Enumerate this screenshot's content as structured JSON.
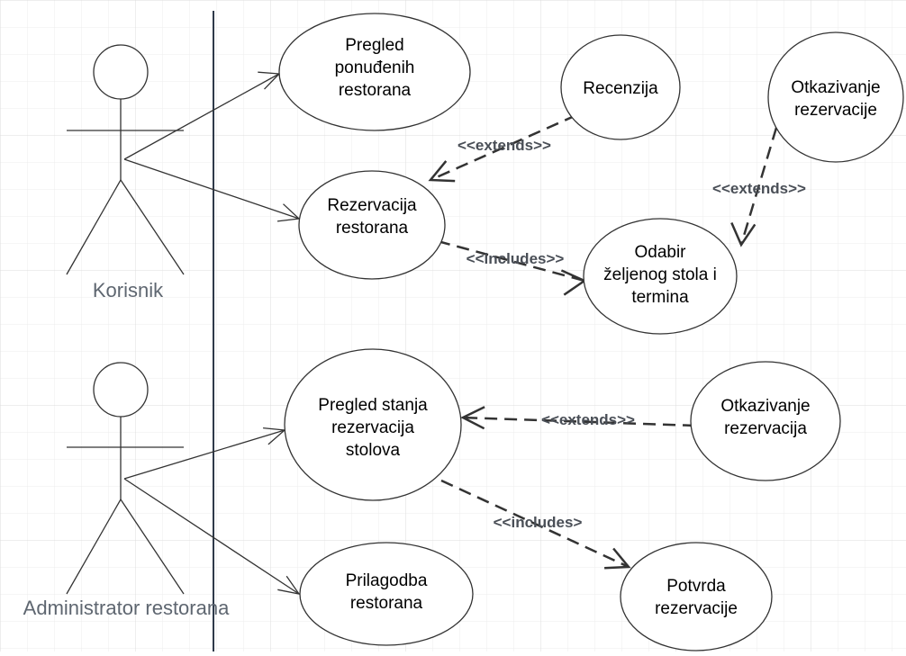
{
  "actors": [
    {
      "id": "korisnik",
      "name": "Korisnik"
    },
    {
      "id": "administrator",
      "name": "Administrator restorana"
    }
  ],
  "use_cases": [
    {
      "id": "pregled-ponudjenih",
      "lines": [
        "Pregled",
        "ponuđenih",
        "restorana"
      ]
    },
    {
      "id": "recenzija",
      "lines": [
        "Recenzija"
      ]
    },
    {
      "id": "otkazivanje-1",
      "lines": [
        "Otkazivanje",
        "rezervacije"
      ]
    },
    {
      "id": "rezervacija-restorana",
      "lines": [
        "Rezervacija",
        "restorana"
      ]
    },
    {
      "id": "odabir-stola",
      "lines": [
        "Odabir",
        "željenog stola i",
        "termina"
      ]
    },
    {
      "id": "pregled-stanja",
      "lines": [
        "Pregled stanja",
        "rezervacija",
        "stolova"
      ]
    },
    {
      "id": "otkazivanje-2",
      "lines": [
        "Otkazivanje",
        "rezervacija"
      ]
    },
    {
      "id": "prilagodba",
      "lines": [
        "Prilagodba",
        "restorana"
      ]
    },
    {
      "id": "potvrda",
      "lines": [
        "Potvrda",
        "rezervacije"
      ]
    }
  ],
  "relations": [
    {
      "id": "rel-recenzija-extends",
      "label": "<<extends>>"
    },
    {
      "id": "rel-otkazivanje-extends",
      "label": "<<extends>>"
    },
    {
      "id": "rel-rezervacija-includes",
      "label": "<<includes>>"
    },
    {
      "id": "rel-otkazivanje2-extends",
      "label": "<<extends>>"
    },
    {
      "id": "rel-pregled-includes",
      "label": "<<includes>"
    }
  ]
}
